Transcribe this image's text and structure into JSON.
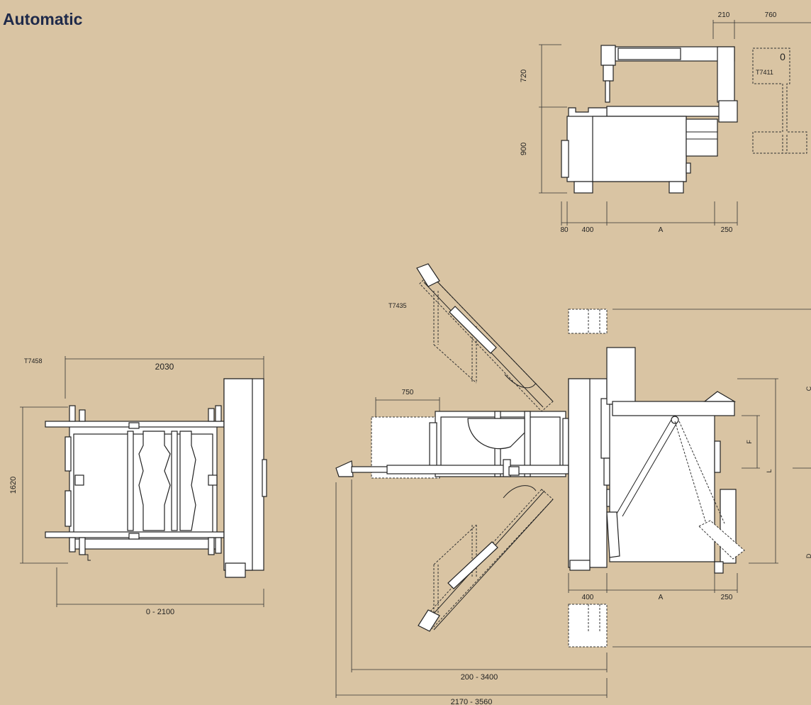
{
  "title": "Automatic",
  "side_view": {
    "code": "T7411",
    "top_dims": [
      "210",
      "760"
    ],
    "left_dims": [
      "720",
      "900"
    ],
    "bottom_dims": [
      "80",
      "400",
      "A",
      "250"
    ],
    "zero_label": "0"
  },
  "carriage_view": {
    "code": "T7458",
    "width": "2030",
    "depth": "1620",
    "range": "0 - 2100"
  },
  "plan_view": {
    "code": "T7435",
    "arm": "750",
    "range_a": "200 - 3400",
    "range_b": "2170 - 3560",
    "bottom_dims": [
      "400",
      "A",
      "250"
    ],
    "right_labels": [
      "F",
      "L",
      "C",
      "D"
    ]
  }
}
